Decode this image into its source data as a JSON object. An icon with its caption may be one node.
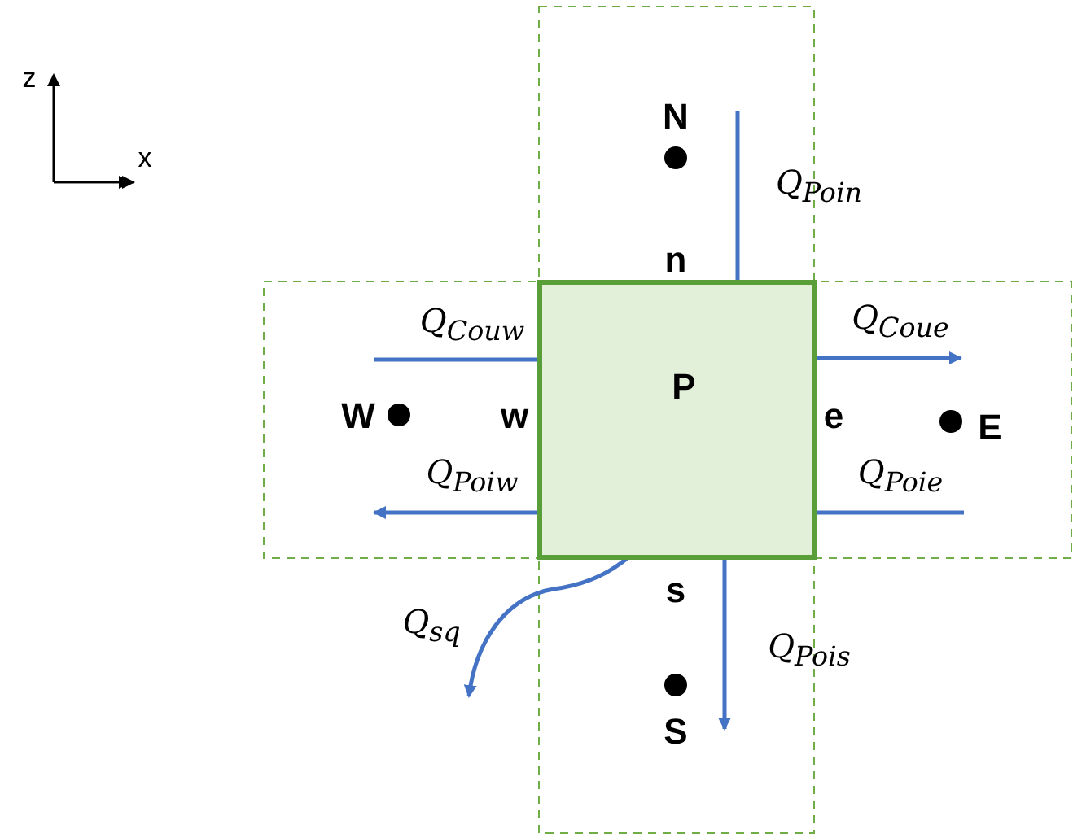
{
  "diagram": {
    "nodes": [
      {
        "text": [
          "P"
        ],
        "beside": [
          "n",
          "w",
          "e",
          "s"
        ]
      }
    ],
    "labels": [
      "z",
      "x",
      "N",
      "Q$_{Poin}$",
      "Q$_{Couw}$",
      "Q$_{Coue}$",
      "W",
      "E",
      "Q$_{Poiw}$",
      "Q$_{Poie}$",
      "Q$_{sq}$",
      "Q$_{Pois}$",
      "S"
    ]
  }
}
